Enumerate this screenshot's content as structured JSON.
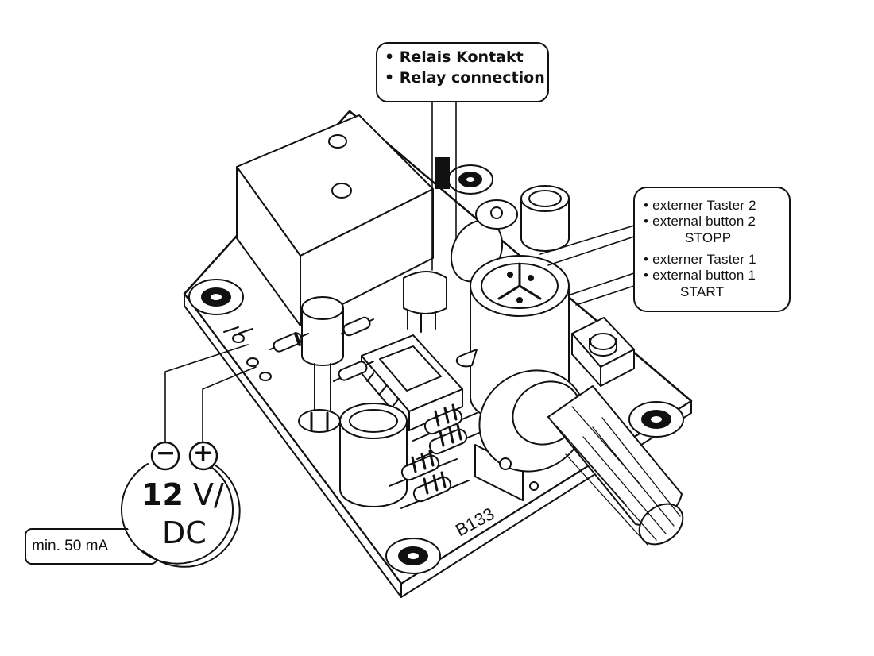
{
  "relay_callout": {
    "bullet": "•",
    "line1": "Relais Kontakt",
    "line2": "Relay connection"
  },
  "buttons_callout": {
    "bullet": "•",
    "line1": "externer Taster 2",
    "line2": "external  button 2",
    "line3": "STOPP",
    "line4": "externer Taster 1",
    "line5": "external  button 1",
    "line6": "START"
  },
  "power_callout": {
    "minus": "−",
    "plus": "+",
    "voltage_value": "12",
    "voltage_unit": "V/",
    "current_type": "DC",
    "min_current": "min. 50 mA"
  },
  "board": {
    "label": "B133"
  }
}
